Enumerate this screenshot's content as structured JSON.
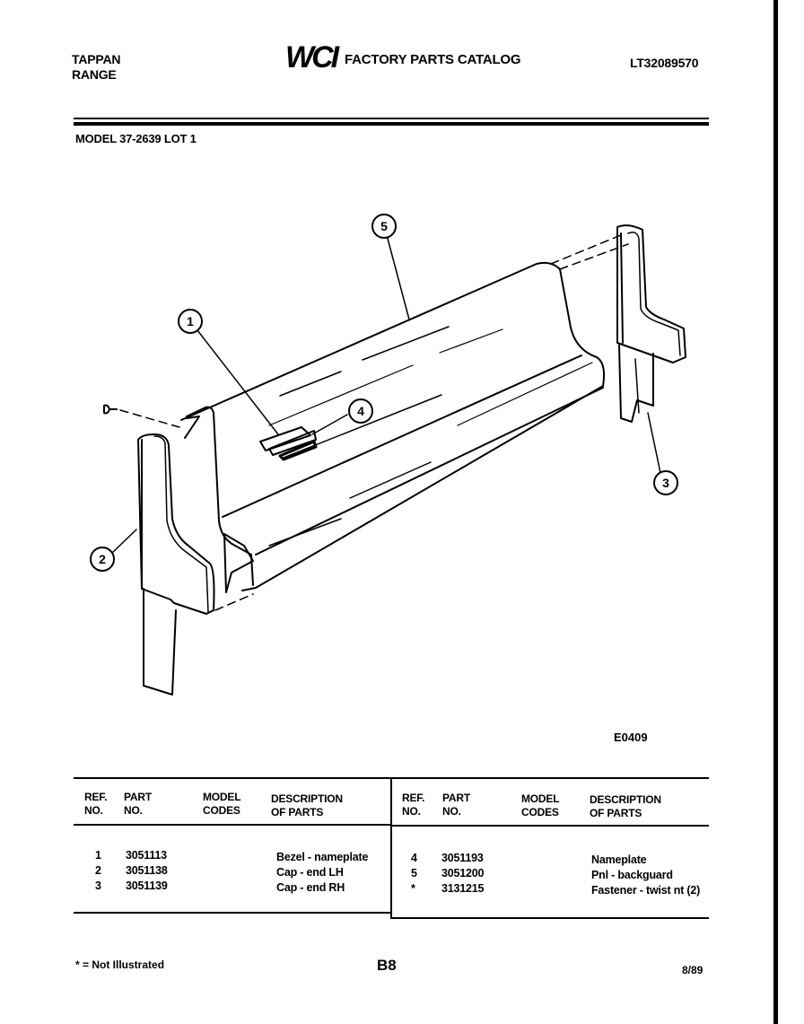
{
  "header": {
    "brand_line1": "TAPPAN",
    "brand_line2": "RANGE",
    "logo_text": "WCI",
    "catalog_title": "FACTORY PARTS CATALOG",
    "catalog_number": "LT32089570",
    "model_line": "MODEL 37-2639 LOT 1"
  },
  "diagram": {
    "callouts": [
      "1",
      "2",
      "3",
      "4",
      "5"
    ],
    "drawing_code": "E0409"
  },
  "table": {
    "headers": {
      "ref_no": [
        "REF.",
        "NO."
      ],
      "part_no": [
        "PART",
        "NO."
      ],
      "model_codes": [
        "MODEL",
        "CODES"
      ],
      "description": [
        "DESCRIPTION",
        "OF PARTS"
      ]
    },
    "left_rows": [
      {
        "ref": "1",
        "part": "3051113",
        "codes": "",
        "desc": "Bezel - nameplate"
      },
      {
        "ref": "2",
        "part": "3051138",
        "codes": "",
        "desc": "Cap - end LH"
      },
      {
        "ref": "3",
        "part": "3051139",
        "codes": "",
        "desc": "Cap - end RH"
      }
    ],
    "right_rows": [
      {
        "ref": "4",
        "part": "3051193",
        "codes": "",
        "desc": "Nameplate"
      },
      {
        "ref": "5",
        "part": "3051200",
        "codes": "",
        "desc": "Pnl - backguard"
      },
      {
        "ref": "*",
        "part": "3131215",
        "codes": "",
        "desc": "Fastener - twist nt (2)"
      }
    ]
  },
  "footer": {
    "note": "* = Not Illustrated",
    "page": "B8",
    "date": "8/89"
  }
}
